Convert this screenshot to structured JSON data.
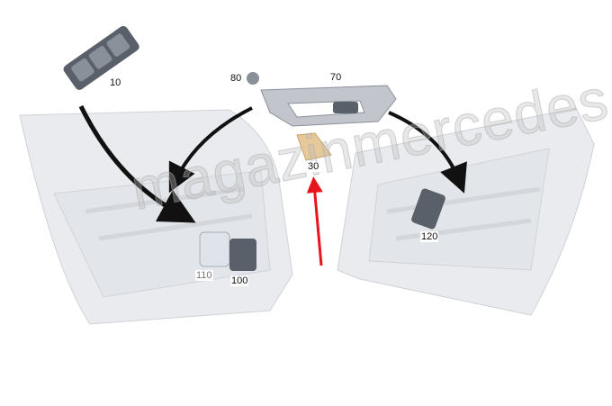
{
  "diagram": {
    "watermark": "magazinmercedes.ru",
    "part_labels": {
      "p10": "10",
      "p80": "80",
      "p70": "70",
      "p30": "30",
      "p110": "110",
      "p100": "100",
      "p120": "120"
    },
    "colors": {
      "door": "#e8eaee",
      "door_edge": "#c9ccd2",
      "switch": "#5a6069",
      "trim": "#c2c6cc",
      "pad": "#e6c99a",
      "arrow": "#111111",
      "highlight_arrow": "#e8141c"
    }
  }
}
